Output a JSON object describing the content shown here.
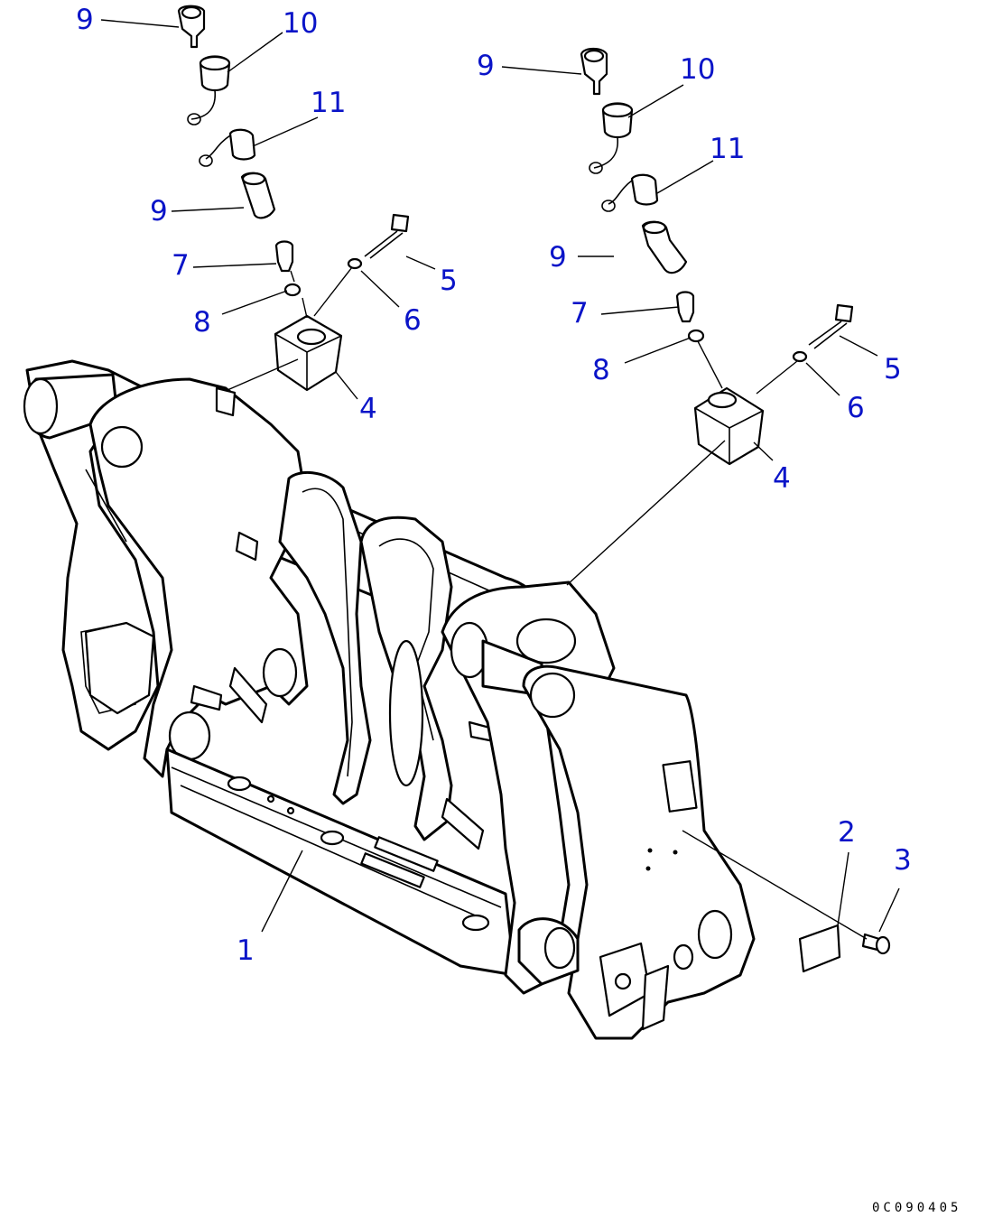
{
  "labels": [
    {
      "id": "left-9-top",
      "text": "9"
    },
    {
      "id": "left-10",
      "text": "10"
    },
    {
      "id": "left-11",
      "text": "11"
    },
    {
      "id": "left-9-mid",
      "text": "9"
    },
    {
      "id": "left-7",
      "text": "7"
    },
    {
      "id": "left-8",
      "text": "8"
    },
    {
      "id": "left-5",
      "text": "5"
    },
    {
      "id": "left-6",
      "text": "6"
    },
    {
      "id": "left-4",
      "text": "4"
    },
    {
      "id": "right-9-top",
      "text": "9"
    },
    {
      "id": "right-10",
      "text": "10"
    },
    {
      "id": "right-11",
      "text": "11"
    },
    {
      "id": "right-9-mid",
      "text": "9"
    },
    {
      "id": "right-7",
      "text": "7"
    },
    {
      "id": "right-8",
      "text": "8"
    },
    {
      "id": "right-5",
      "text": "5"
    },
    {
      "id": "right-6",
      "text": "6"
    },
    {
      "id": "right-4",
      "text": "4"
    },
    {
      "id": "frame-1",
      "text": "1"
    },
    {
      "id": "plate-2",
      "text": "2"
    },
    {
      "id": "screw-3",
      "text": "3"
    }
  ],
  "drawing_code": "0C090405"
}
